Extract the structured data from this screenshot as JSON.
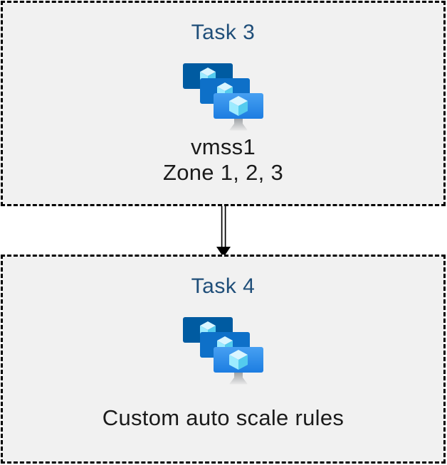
{
  "page": {
    "background": "#ffffff"
  },
  "diagram": {
    "box_fill": "#f1f1f1",
    "box_border_color": "#000000",
    "title_color": "#1f4e79",
    "text_color": "#1b1b1b",
    "boxes": [
      {
        "id": "task3",
        "title": "Task 3",
        "icon": "vm-scale-sets-icon",
        "lines": [
          "vmss1",
          "Zone 1, 2, 3"
        ]
      },
      {
        "id": "task4",
        "title": "Task 4",
        "icon": "vm-scale-sets-icon",
        "lines": [
          "Custom auto scale rules"
        ]
      }
    ],
    "connector": {
      "shape": "double-line-arrow-down",
      "from": "Task 3",
      "to": "Task 4",
      "color": "#000000"
    }
  },
  "icon": {
    "name": "vm-scale-sets-icon",
    "screen_back": "#005BA1",
    "screen_middle": "#0E70C8",
    "screen_front_top": "#47A0F2",
    "screen_front_bottom": "#1C7DE1",
    "cube_top": "#D9F5FF",
    "cube_left": "#9CEBFF",
    "cube_right": "#54CBEE",
    "stand_light": "#E9E9E9",
    "stand_dark": "#9EA2A6"
  }
}
